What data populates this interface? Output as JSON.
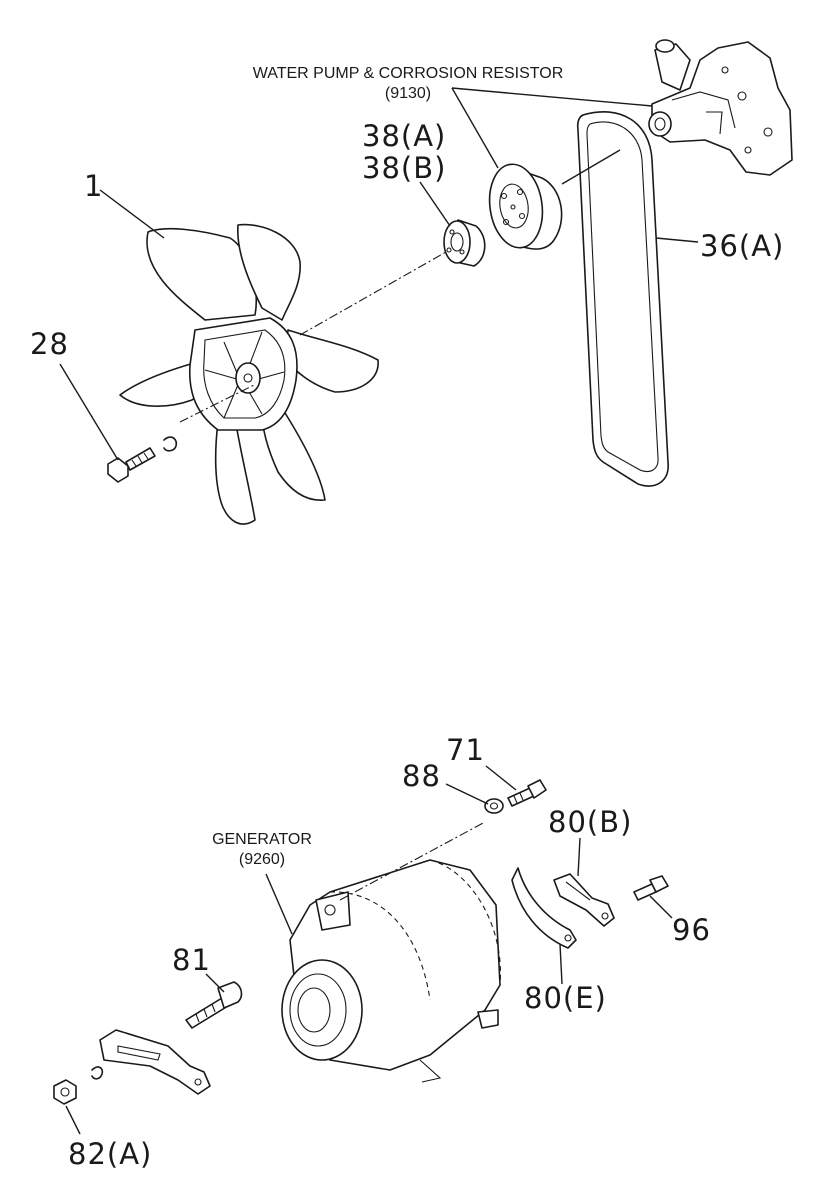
{
  "labels": {
    "water_pump_title": "WATER PUMP & CORROSION RESISTOR",
    "water_pump_code": "(9130)",
    "generator_title": "GENERATOR",
    "generator_code": "(9260)",
    "part_1": "1",
    "part_28": "28",
    "part_38a": "38(A)",
    "part_38b": "38(B)",
    "part_36a": "36(A)",
    "part_71": "71",
    "part_88": "88",
    "part_80b": "80(B)",
    "part_96": "96",
    "part_81": "81",
    "part_80e": "80(E)",
    "part_82a": "82(A)"
  }
}
